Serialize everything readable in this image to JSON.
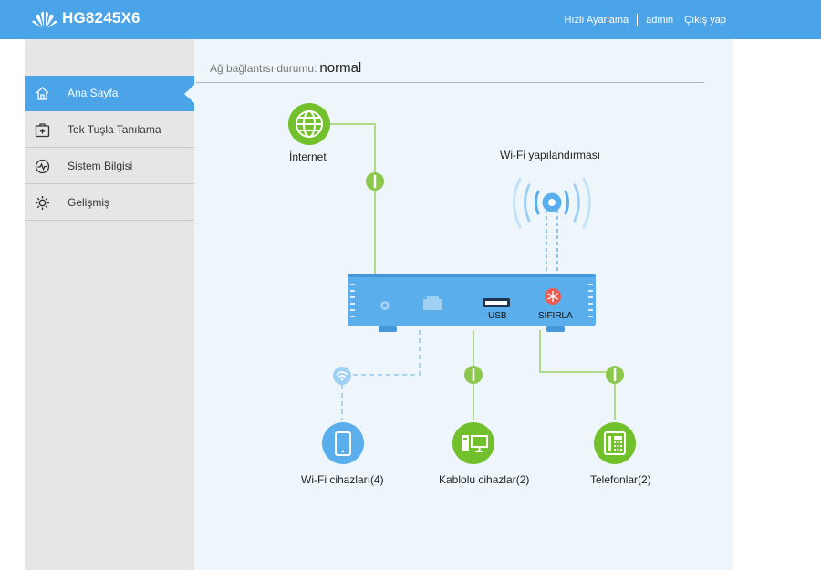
{
  "header": {
    "model": "HG8245X6",
    "nav": [
      "Hızlı Ayarlama",
      "admin",
      "Çıkış yap"
    ]
  },
  "sidebar": {
    "items": [
      {
        "label": "Ana Sayfa",
        "icon": "home-icon",
        "active": true
      },
      {
        "label": "Tek Tuşla Tanılama",
        "icon": "first-aid-icon",
        "active": false
      },
      {
        "label": "Sistem Bilgisi",
        "icon": "pulse-icon",
        "active": false
      },
      {
        "label": "Gelişmiş",
        "icon": "gear-icon",
        "active": false
      }
    ]
  },
  "main": {
    "status_label": "Ağ bağlantısı durumu:",
    "status_value": "normal",
    "internet_label": "İnternet",
    "wifi_config_label": "Wi-Fi yapılandırması",
    "router": {
      "usb_label": "USB",
      "reset_label": "SIFIRLA"
    },
    "wifi_devices": "Wi-Fi cihazları(4)",
    "wired_devices": "Kablolu cihazlar(2)",
    "phones": "Telefonlar(2)"
  },
  "colors": {
    "brand_blue": "#4ba3e8",
    "router_blue": "#5aaeeb",
    "green": "#72c02c",
    "line_green": "#b2d98a",
    "reset_red": "#ef5b4f"
  }
}
